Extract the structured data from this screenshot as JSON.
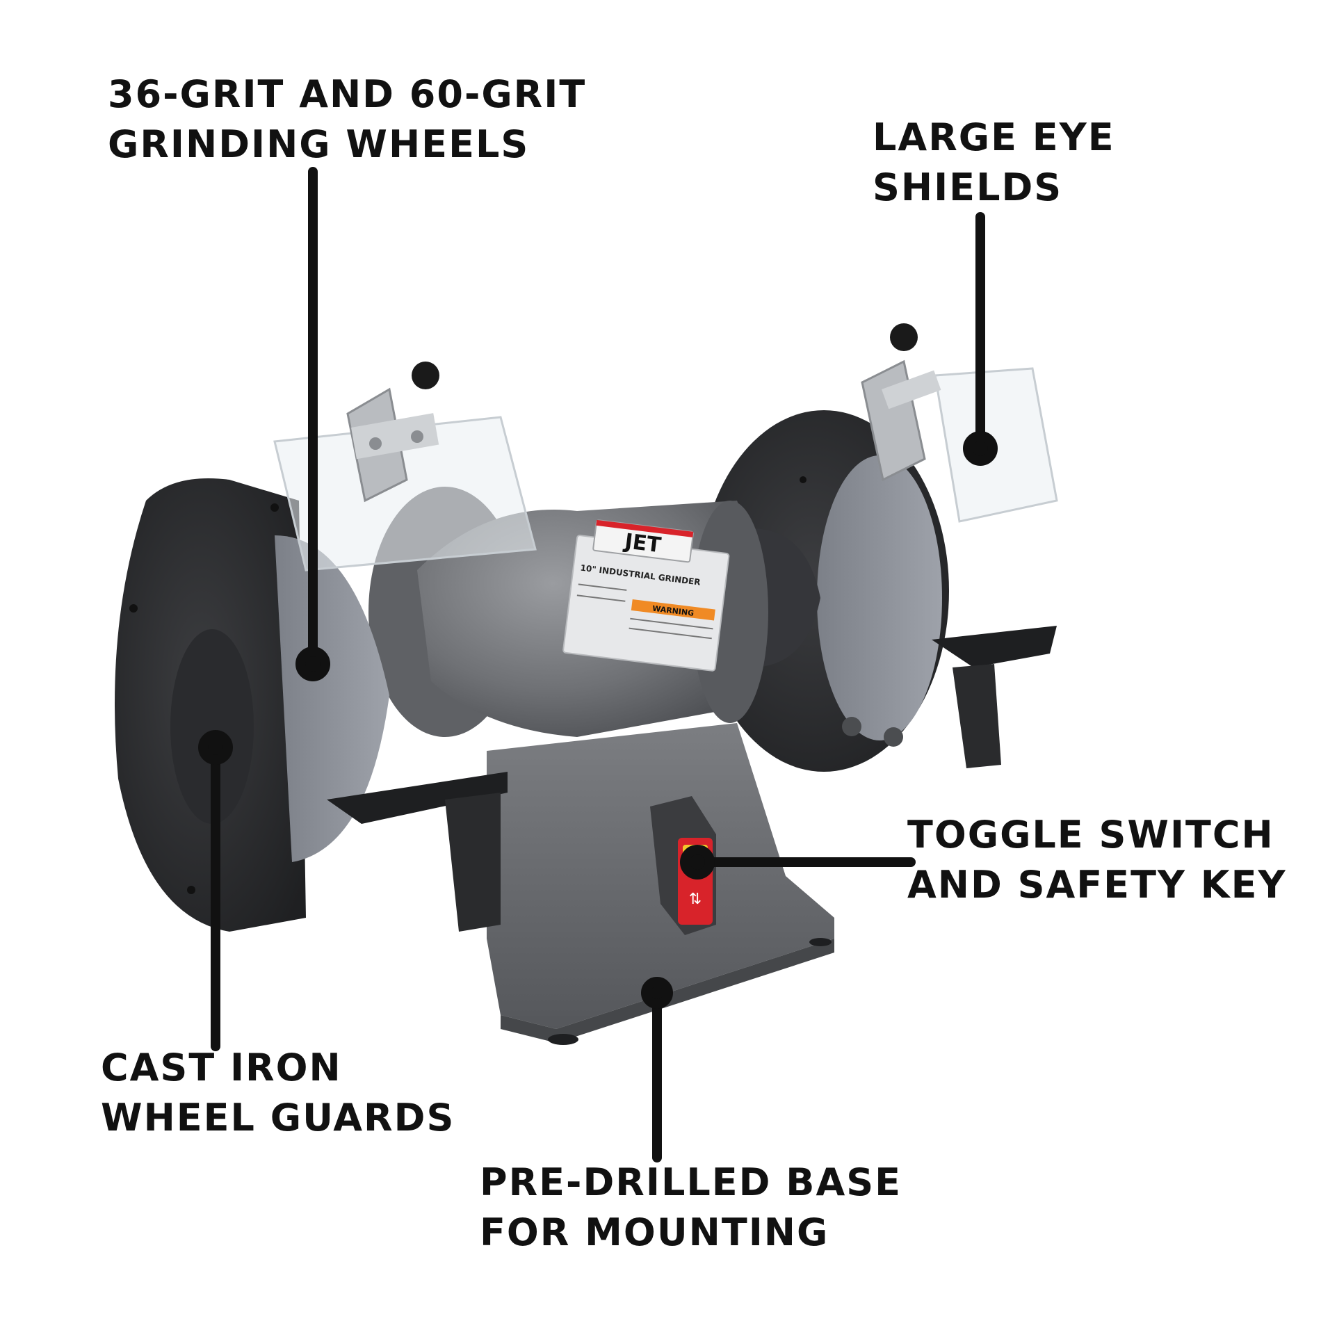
{
  "callouts": {
    "wheels": {
      "line1": "36-GRIT AND 60-GRIT",
      "line2": "GRINDING WHEELS"
    },
    "shields": {
      "line1": "LARGE EYE",
      "line2": "SHIELDS"
    },
    "toggle": {
      "line1": "TOGGLE SWITCH",
      "line2": "AND SAFETY KEY"
    },
    "guards": {
      "line1": "CAST IRON",
      "line2": "WHEEL GUARDS"
    },
    "base": {
      "line1": "PRE-DRILLED BASE",
      "line2": "FOR MOUNTING"
    }
  },
  "product": {
    "brand": "JET",
    "plate_title": "10\" INDUSTRIAL GRINDER",
    "warning_text": "WARNING"
  },
  "colors": {
    "body": "#6f7175",
    "guard": "#2b2c2e",
    "wheel": "#8d9098",
    "switch": "#d8232a",
    "leader": "#111111",
    "text": "#111111"
  }
}
